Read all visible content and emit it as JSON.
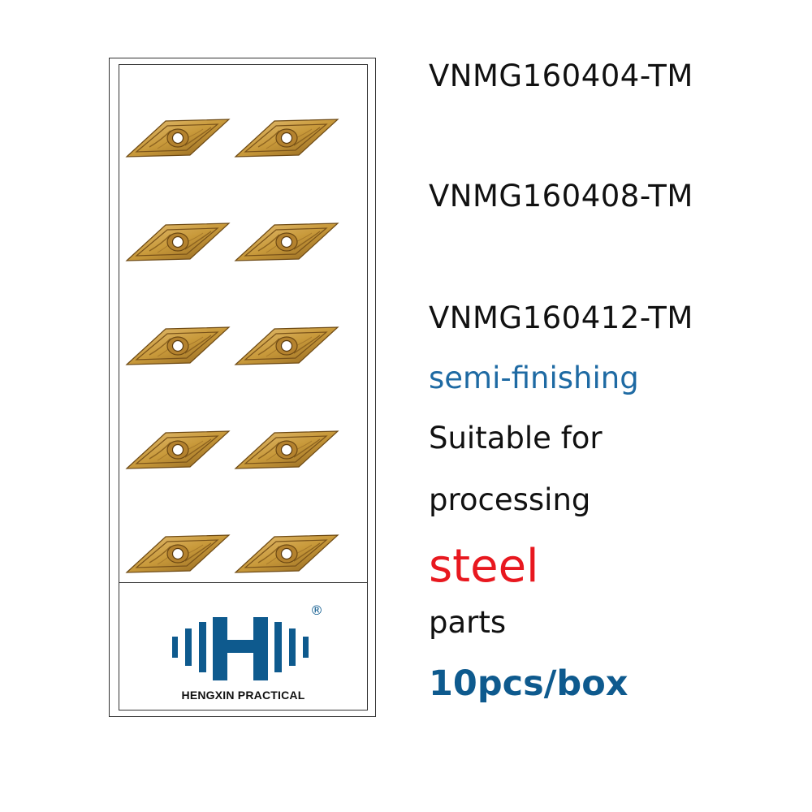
{
  "product": {
    "models": [
      "VNMG160404-TM",
      "VNMG160408-TM",
      "VNMG160412-TM"
    ],
    "application": "semi-finishing",
    "description_line1": "Suitable for",
    "description_line2": "processing",
    "material": "steel",
    "description_line3": "parts",
    "quantity": "10pcs/box"
  },
  "brand": {
    "name": "HENGXIN PRACTICAL",
    "registered_mark": "®",
    "color": "#0e5a8e"
  },
  "inserts": {
    "count": 10,
    "icon": "vnmg-insert-icon",
    "color": "#c8993a"
  },
  "colors": {
    "accent_blue": "#1e6aa3",
    "quantity_blue": "#0e5a8e",
    "steel_red": "#e8181f",
    "insert_gold": "#c8993a"
  }
}
